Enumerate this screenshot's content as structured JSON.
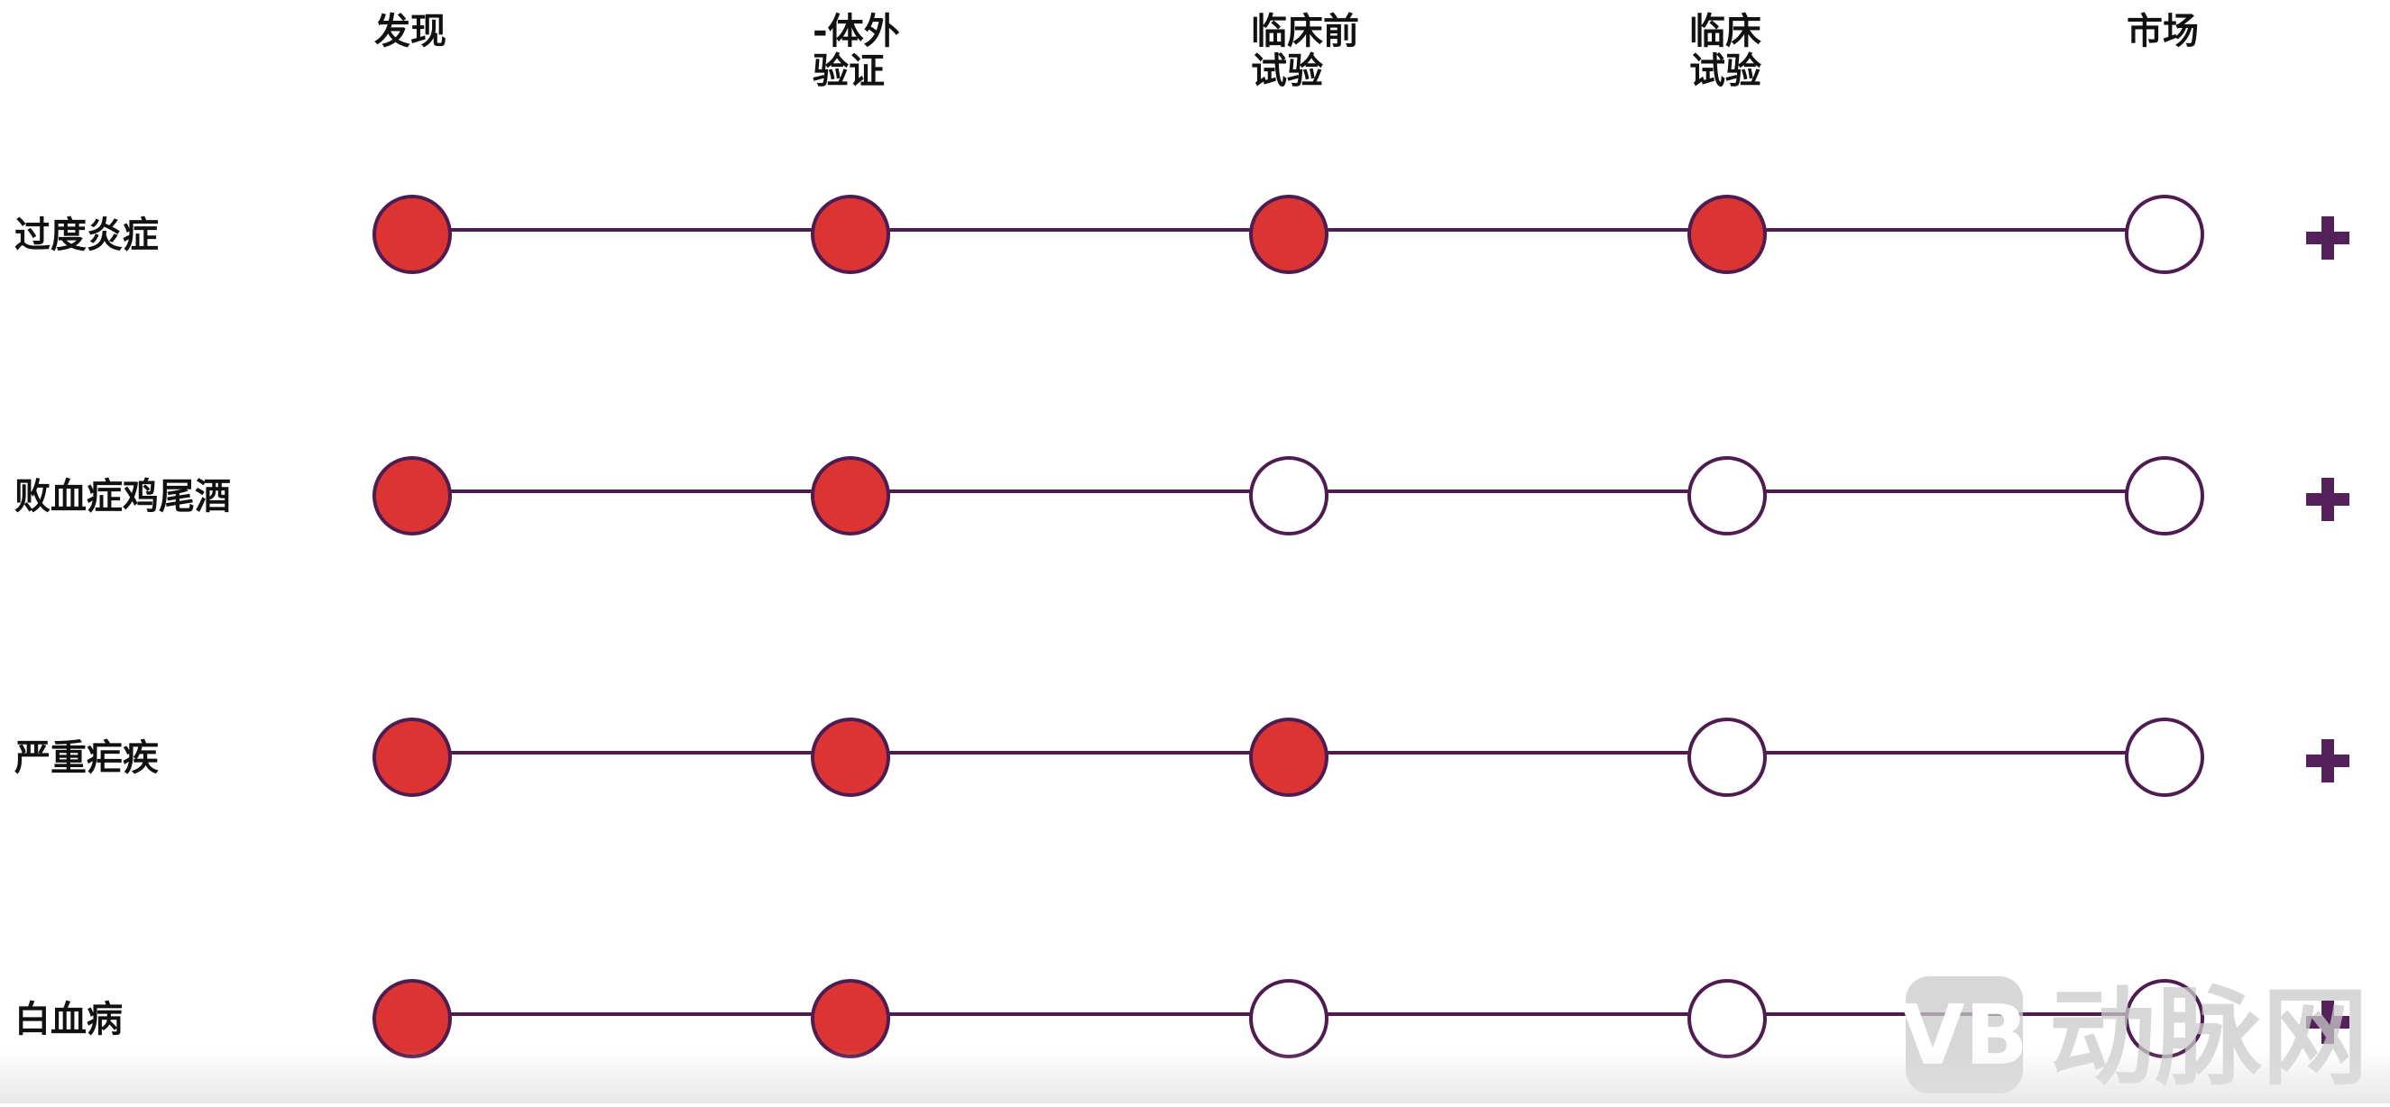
{
  "stages": [
    {
      "lines": [
        "发现"
      ]
    },
    {
      "lines": [
        "-体外",
        "验证"
      ]
    },
    {
      "lines": [
        "临床前",
        "试验"
      ]
    },
    {
      "lines": [
        "临床",
        "试验"
      ]
    },
    {
      "lines": [
        "市场"
      ]
    }
  ],
  "rows": [
    {
      "label": "过度炎症",
      "completed": [
        true,
        true,
        true,
        true,
        false
      ]
    },
    {
      "label": "败血症鸡尾酒",
      "completed": [
        true,
        true,
        false,
        false,
        false
      ]
    },
    {
      "label": "严重疟疾",
      "completed": [
        true,
        true,
        true,
        false,
        false
      ]
    },
    {
      "label": "白血病",
      "completed": [
        true,
        true,
        false,
        false,
        false
      ]
    }
  ],
  "colors": {
    "filled": "#dc3432",
    "stroke": "#4e1c50",
    "empty": "#ffffff",
    "plus": "#54215a"
  },
  "icons": {
    "expand": "plus-icon"
  },
  "watermark": {
    "logo": "VB",
    "text": "动脉网"
  }
}
